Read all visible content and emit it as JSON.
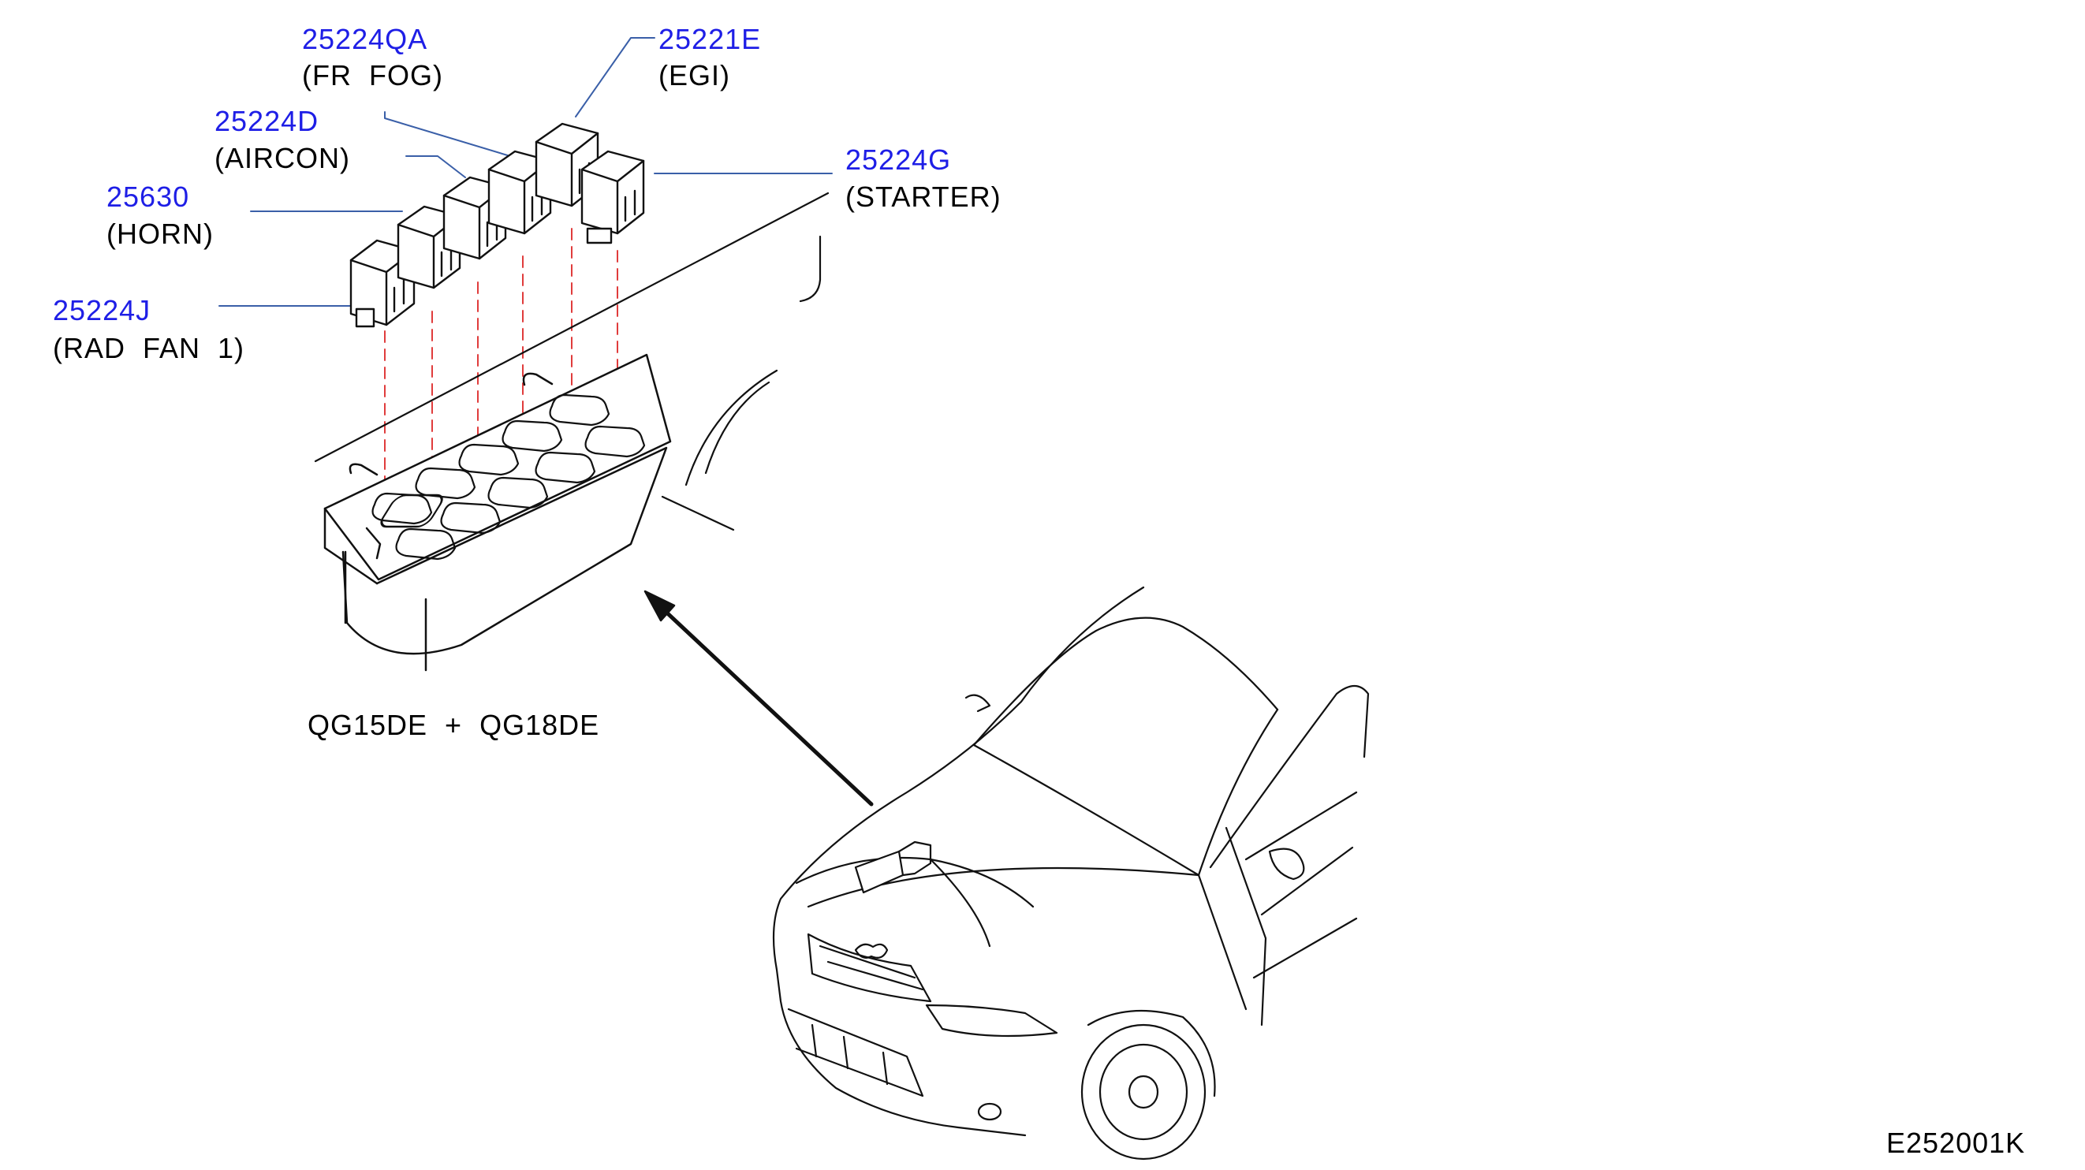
{
  "parts": [
    {
      "id": "fr-fog",
      "part_number": "25224QA",
      "description": "(FR  FOG)"
    },
    {
      "id": "egi",
      "part_number": "25221E",
      "description": "(EGI)"
    },
    {
      "id": "aircon",
      "part_number": "25224D",
      "description": "(AIRCON)"
    },
    {
      "id": "starter",
      "part_number": "25224G",
      "description": "(STARTER)"
    },
    {
      "id": "horn",
      "part_number": "25630",
      "description": "(HORN)"
    },
    {
      "id": "rad-fan",
      "part_number": "25224J",
      "description": "(RAD  FAN  1)"
    }
  ],
  "engine_caption": "QG15DE  +  QG18DE",
  "diagram_code": "E252001K",
  "colors": {
    "part_number": "#1e1ee6",
    "text": "#000000",
    "leader": "#3a5fa8",
    "drop_line": "#e03c3c",
    "line": "#111111"
  }
}
